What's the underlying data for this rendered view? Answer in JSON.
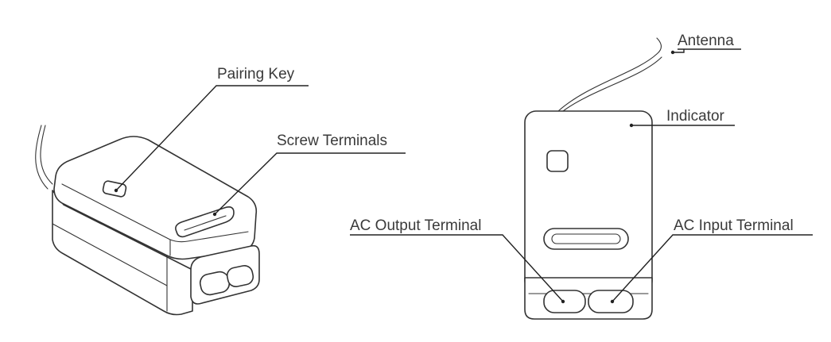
{
  "labels": {
    "pairing_key": "Pairing Key",
    "screw_terminals": "Screw Terminals",
    "antenna": "Antenna",
    "indicator": "Indicator",
    "ac_output_terminal": "AC Output Terminal",
    "ac_input_terminal": "AC Input Terminal"
  },
  "colors": {
    "line": "#333333",
    "text": "#3a3a3a",
    "background": "#ffffff"
  }
}
